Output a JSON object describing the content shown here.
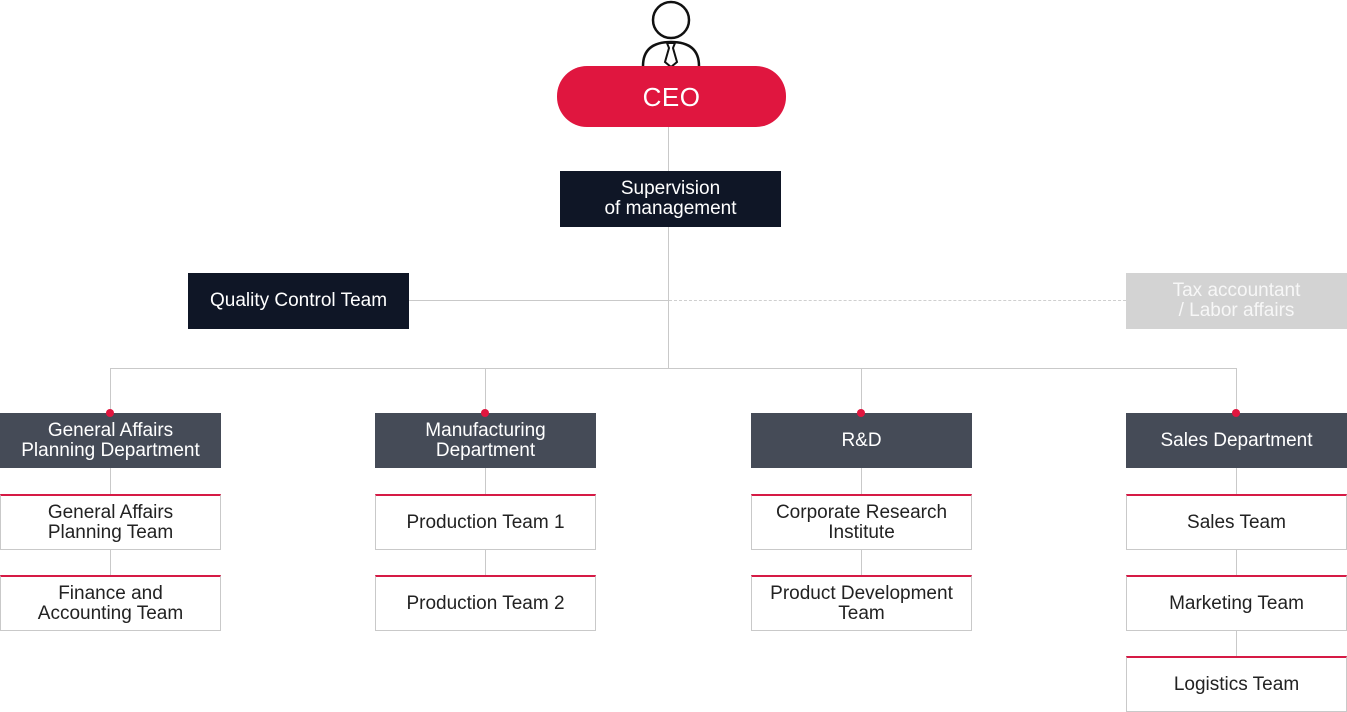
{
  "colors": {
    "accent": "#e0163f",
    "navy": "#0f1626",
    "dept": "#454b57",
    "muted": "#d3d3d3",
    "line": "#c9c9c9"
  },
  "ceo": {
    "icon": "person-with-tie-icon",
    "label": "CEO"
  },
  "supervision": {
    "label": "Supervision\nof management"
  },
  "quality_control": {
    "label": "Quality Control Team"
  },
  "tax_labor": {
    "label": "Tax accountant\n/ Labor affairs"
  },
  "departments": [
    {
      "label": "General Affairs\nPlanning Department",
      "teams": [
        {
          "label": "General Affairs\nPlanning Team"
        },
        {
          "label": "Finance and\nAccounting Team"
        }
      ]
    },
    {
      "label": "Manufacturing\nDepartment",
      "teams": [
        {
          "label": "Production Team 1"
        },
        {
          "label": "Production Team 2"
        }
      ]
    },
    {
      "label": "R&D",
      "teams": [
        {
          "label": "Corporate Research\nInstitute"
        },
        {
          "label": "Product Development\nTeam"
        }
      ]
    },
    {
      "label": "Sales Department",
      "teams": [
        {
          "label": "Sales Team"
        },
        {
          "label": "Marketing Team"
        },
        {
          "label": "Logistics Team"
        }
      ]
    }
  ]
}
